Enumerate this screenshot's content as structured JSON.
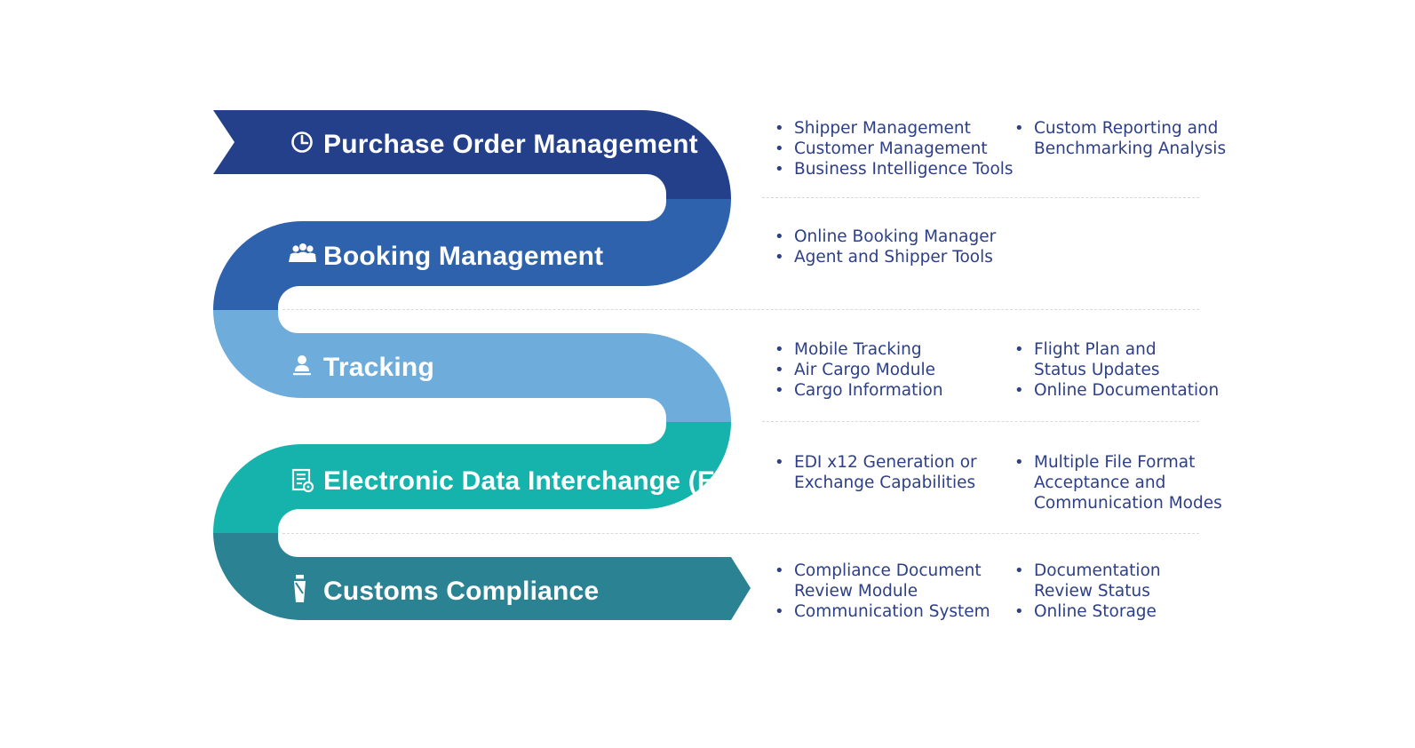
{
  "colors": {
    "purchase_order": "#24408b",
    "booking": "#2f62ad",
    "tracking": "#6eaddb",
    "edi": "#16b3ad",
    "customs": "#2a8293",
    "bullet_text": "#2d3f86",
    "divider": "#d7d9de"
  },
  "stages": [
    {
      "id": "purchase-order",
      "title": "Purchase Order Management",
      "icon": "clock-icon",
      "left_items": [
        "Shipper Management",
        "Customer Management",
        "Business Intelligence Tools"
      ],
      "right_items": [
        "Custom Reporting and\nBenchmarking Analysis"
      ]
    },
    {
      "id": "booking",
      "title": "Booking Management",
      "icon": "people-group-icon",
      "left_items": [
        "Online Booking Manager",
        "Agent and Shipper Tools"
      ],
      "right_items": []
    },
    {
      "id": "tracking",
      "title": "Tracking",
      "icon": "user-laptop-icon",
      "left_items": [
        "Mobile Tracking",
        "Air Cargo Module",
        "Cargo Information"
      ],
      "right_items": [
        "Flight Plan and\nStatus Updates",
        "Online Documentation"
      ]
    },
    {
      "id": "edi",
      "title": "Electronic Data Interchange (EDI)",
      "icon": "document-gear-icon",
      "left_items": [
        "EDI x12 Generation or\nExchange Capabilities"
      ],
      "right_items": [
        "Multiple File Format\nAcceptance and\nCommunication Modes"
      ]
    },
    {
      "id": "customs",
      "title": "Customs Compliance",
      "icon": "officer-icon",
      "left_items": [
        "Compliance Document\nReview Module",
        "Communication System"
      ],
      "right_items": [
        "Documentation\nReview Status",
        "Online Storage"
      ]
    }
  ]
}
